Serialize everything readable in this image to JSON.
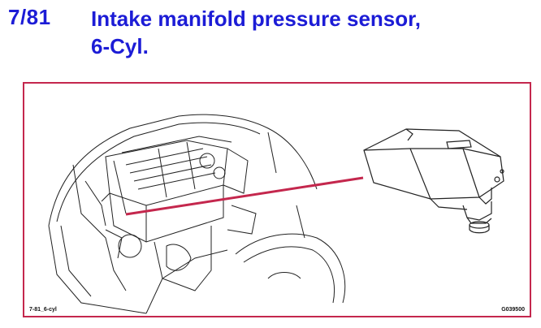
{
  "header": {
    "page_number": "7/81",
    "title_line1": "Intake manifold pressure sensor,",
    "title_line2": "6-Cyl."
  },
  "figure": {
    "caption_left": "7-81_6-cyl",
    "caption_right": "G039500",
    "frame_color": "#c4274d",
    "pointer_color": "#c4274d",
    "heading_color": "#1c1cd6"
  }
}
